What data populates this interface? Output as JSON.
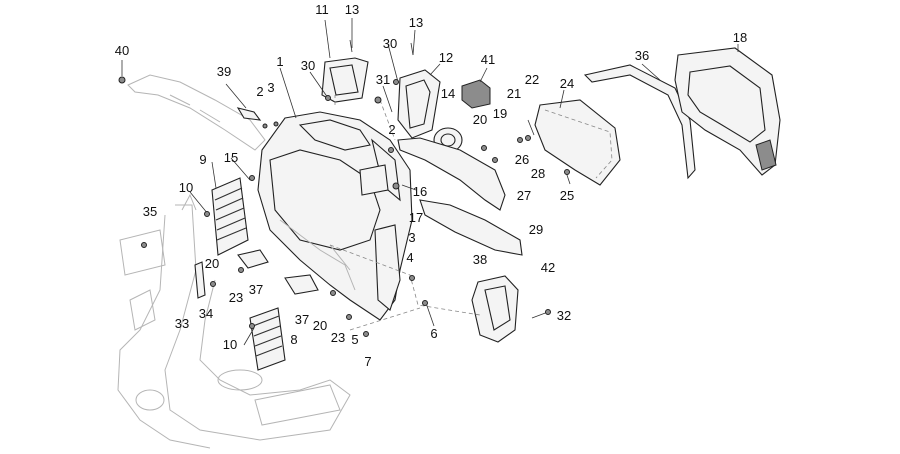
{
  "colors": {
    "background": "#ffffff",
    "line": "#222222",
    "frame_ghost": "#b5b5b5",
    "part_fill": "#f4f4f4",
    "dark_fill": "#8c8c8c"
  },
  "callouts": [
    {
      "id": "c1",
      "text": "1"
    },
    {
      "id": "c2a",
      "text": "2"
    },
    {
      "id": "c2b",
      "text": "2"
    },
    {
      "id": "c3a",
      "text": "3"
    },
    {
      "id": "c3b",
      "text": "3"
    },
    {
      "id": "c4",
      "text": "4"
    },
    {
      "id": "c5",
      "text": "5"
    },
    {
      "id": "c6",
      "text": "6"
    },
    {
      "id": "c7",
      "text": "7"
    },
    {
      "id": "c8",
      "text": "8"
    },
    {
      "id": "c9",
      "text": "9"
    },
    {
      "id": "c10a",
      "text": "10"
    },
    {
      "id": "c10b",
      "text": "10"
    },
    {
      "id": "c11",
      "text": "11"
    },
    {
      "id": "c12",
      "text": "12"
    },
    {
      "id": "c13a",
      "text": "13"
    },
    {
      "id": "c13b",
      "text": "13"
    },
    {
      "id": "c14",
      "text": "14"
    },
    {
      "id": "c15",
      "text": "15"
    },
    {
      "id": "c16",
      "text": "16"
    },
    {
      "id": "c17",
      "text": "17"
    },
    {
      "id": "c18",
      "text": "18"
    },
    {
      "id": "c19",
      "text": "19"
    },
    {
      "id": "c20a",
      "text": "20"
    },
    {
      "id": "c20b",
      "text": "20"
    },
    {
      "id": "c20c",
      "text": "20"
    },
    {
      "id": "c21",
      "text": "21"
    },
    {
      "id": "c22",
      "text": "22"
    },
    {
      "id": "c23a",
      "text": "23"
    },
    {
      "id": "c23b",
      "text": "23"
    },
    {
      "id": "c24",
      "text": "24"
    },
    {
      "id": "c25",
      "text": "25"
    },
    {
      "id": "c26",
      "text": "26"
    },
    {
      "id": "c27",
      "text": "27"
    },
    {
      "id": "c28",
      "text": "28"
    },
    {
      "id": "c29",
      "text": "29"
    },
    {
      "id": "c30a",
      "text": "30"
    },
    {
      "id": "c30b",
      "text": "30"
    },
    {
      "id": "c31",
      "text": "31"
    },
    {
      "id": "c32",
      "text": "32"
    },
    {
      "id": "c33",
      "text": "33"
    },
    {
      "id": "c34",
      "text": "34"
    },
    {
      "id": "c35",
      "text": "35"
    },
    {
      "id": "c36",
      "text": "36"
    },
    {
      "id": "c37a",
      "text": "37"
    },
    {
      "id": "c37b",
      "text": "37"
    },
    {
      "id": "c38",
      "text": "38"
    },
    {
      "id": "c39",
      "text": "39"
    },
    {
      "id": "c40",
      "text": "40"
    },
    {
      "id": "c41",
      "text": "41"
    },
    {
      "id": "c42",
      "text": "42"
    }
  ]
}
